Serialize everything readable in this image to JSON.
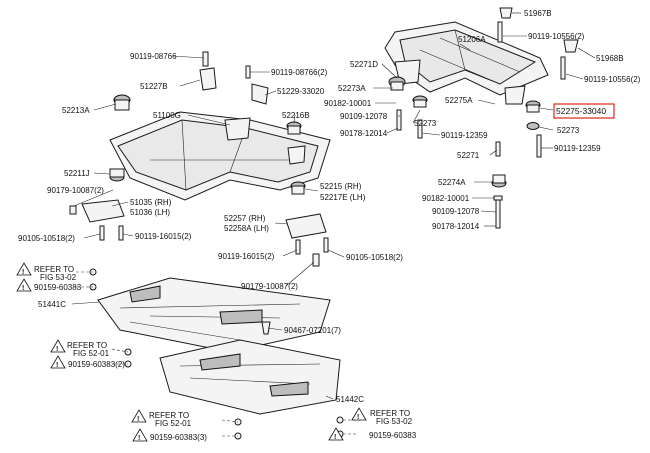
{
  "highlight_color": "#d9261c",
  "labels": {
    "p51967B": "51967B",
    "p51206A": "51206A",
    "p90119_10556_a": "90119-10556(2)",
    "p51968B": "51968B",
    "p90119_10556_b": "90119-10556(2)",
    "p90119_08766": "90119-08766",
    "p90119_08766_2": "90119-08766(2)",
    "p52271D": "52271D",
    "p51227B": "51227B",
    "p51229_33020": "51229-33020",
    "p52273A": "52273A",
    "p90182_10001_a": "90182-10001",
    "p52275A": "52275A",
    "p52275_33040": "52275-33040",
    "p52213A": "52213A",
    "p51100G": "51100G",
    "p52216B": "52216B",
    "p90109_12078_a": "90109-12078",
    "p52273_a": "52273",
    "p52273_b": "52273",
    "p90178_12014_a": "90178-12014",
    "p90119_12359_a": "90119-12359",
    "p90119_12359_b": "90119-12359",
    "p52271": "52271",
    "p52211J": "52211J",
    "p52215": "52215 (RH)",
    "p52217E": "52217E (LH)",
    "p52274A": "52274A",
    "p90182_10001_b": "90182-10001",
    "p90179_10087_a": "90179-10087(2)",
    "p51035": "51035 (RH)",
    "p51036": "51036 (LH)",
    "p90109_12078_b": "90109-12078",
    "p52257": "52257 (RH)",
    "p52258A": "52258A (LH)",
    "p90178_12014_b": "90178-12014",
    "p90105_10518_a": "90105-10518(2)",
    "p90119_16015_a": "90119-16015(2)",
    "p90119_16015_b": "90119-16015(2)",
    "p90105_10518_b": "90105-10518(2)",
    "p90179_10087_b": "90179-10087(2)",
    "refer_a_1": "REFER TO",
    "refer_a_2": "FIG 53-02",
    "p90159_60383_a": "90159-60383",
    "p51441C": "51441C",
    "p90467_07201": "90467-07201(7)",
    "refer_b_1": "REFER TO",
    "refer_b_2": "FIG 52-01",
    "p90159_60383_b": "90159-60383(2)",
    "p51442C": "51442C",
    "refer_c_1": "REFER TO",
    "refer_c_2": "FIG 52-01",
    "p90159_60383_c": "90159-60383(3)",
    "refer_d_1": "REFER TO",
    "refer_d_2": "FIG 53-02",
    "p90159_60383_d": "90159-60383",
    "warn_glyph": "!"
  }
}
